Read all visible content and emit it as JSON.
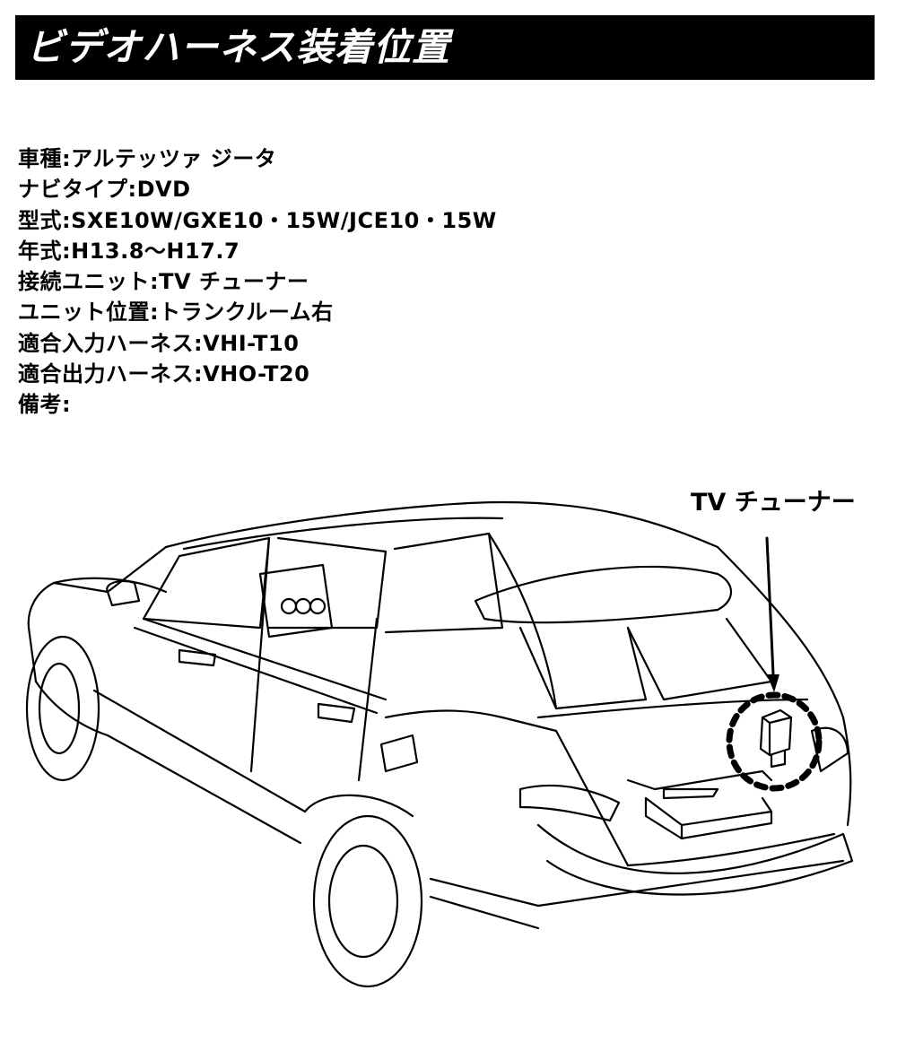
{
  "header": {
    "title": "ビデオハーネス装着位置"
  },
  "specs": [
    {
      "label": "車種",
      "value": "アルテッツァ ジータ"
    },
    {
      "label": "ナビタイプ",
      "value": "DVD"
    },
    {
      "label": "型式",
      "value": "SXE10W/GXE10・15W/JCE10・15W"
    },
    {
      "label": "年式",
      "value": "H13.8〜H17.7"
    },
    {
      "label": "接続ユニット",
      "value": "TV チューナー"
    },
    {
      "label": "ユニット位置",
      "value": "トランクルーム右"
    },
    {
      "label": "適合入力ハーネス",
      "value": "VHI-T10"
    },
    {
      "label": "適合出力ハーネス",
      "value": "VHO-T20"
    },
    {
      "label": "備考",
      "value": ""
    }
  ],
  "spec_lines": [
    "車種:アルテッツァ ジータ",
    "ナビタイプ:DVD",
    "型式:SXE10W/GXE10・15W/JCE10・15W",
    "年式:H13.8〜H17.7",
    "接続ユニット:TV チューナー",
    "ユニット位置:トランクルーム右",
    "適合入力ハーネス:VHI-T10",
    "適合出力ハーネス:VHO-T20",
    "備考:"
  ],
  "diagram": {
    "callout_label": "TV チューナー",
    "colors": {
      "line": "#000000",
      "background": "#ffffff",
      "header_bg": "#000000",
      "header_text": "#ffffff"
    }
  }
}
